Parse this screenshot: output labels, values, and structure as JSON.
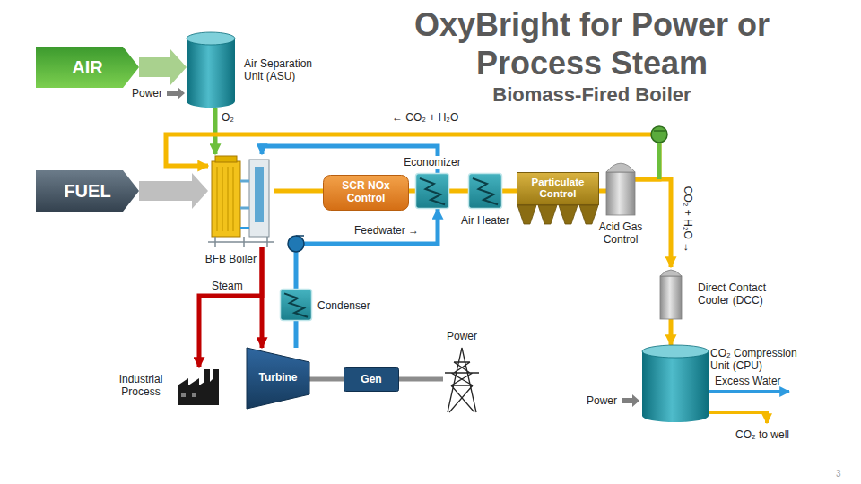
{
  "diagram": {
    "title": "OxyBright for Power or Process Steam",
    "nodes": [
      {
        "text": [
          "AIR"
        ]
      },
      {
        "text": [
          "Air Separation Unit (ASU)"
        ]
      },
      {
        "text": [
          "FUEL"
        ]
      },
      {
        "text": [
          "BFB Boiler"
        ]
      },
      {
        "text": [
          "SCR NOx Control"
        ]
      },
      {
        "text": [
          "Economizer"
        ]
      },
      {
        "text": [
          "Air Heater"
        ]
      },
      {
        "text": [
          "Particulate Control"
        ]
      },
      {
        "text": [
          "Acid Gas Control"
        ]
      },
      {
        "text": [
          "Direct Contact Cooler (DCC)"
        ]
      },
      {
        "text": [
          "CO₂ Compression Unit (CPU)"
        ]
      },
      {
        "text": [
          "Condenser"
        ]
      },
      {
        "text": [
          "Industrial Process"
        ]
      },
      {
        "text": [
          "Turbine"
        ]
      },
      {
        "text": [
          "Gen"
        ]
      },
      {
        "text": [
          "Power"
        ]
      }
    ],
    "edges": [
      {
        "from": 0,
        "to": 1,
        "arrow": "to"
      },
      {
        "from": 2,
        "to": 3,
        "arrow": "to"
      },
      {
        "from": 1,
        "to": 3,
        "arrow": "to"
      },
      {
        "from": 3,
        "to": 4,
        "arrow": "none"
      },
      {
        "from": 4,
        "to": 5,
        "arrow": "none"
      },
      {
        "from": 5,
        "to": 6,
        "arrow": "none"
      },
      {
        "from": 6,
        "to": 7,
        "arrow": "none"
      },
      {
        "from": 7,
        "to": 8,
        "arrow": "none"
      },
      {
        "from": 8,
        "to": 3,
        "arrow": "to"
      },
      {
        "from": 8,
        "to": 9,
        "arrow": "to"
      },
      {
        "from": 9,
        "to": 10,
        "arrow": "to"
      },
      {
        "from": 3,
        "to": 13,
        "arrow": "to"
      },
      {
        "from": 3,
        "to": 12,
        "arrow": "to"
      },
      {
        "from": 13,
        "to": 11,
        "arrow": "none"
      },
      {
        "from": 11,
        "to": 5,
        "arrow": "to"
      },
      {
        "from": 5,
        "to": 3,
        "arrow": "to"
      },
      {
        "from": 13,
        "to": 14,
        "arrow": "none"
      },
      {
        "from": 14,
        "to": 15,
        "arrow": "none"
      }
    ],
    "labels": [
      "Biomass-Fired Boiler",
      "Power",
      "O₂",
      "← CO₂ + H₂O",
      "CO₂ + H₂O →",
      "Steam",
      "Feedwater →",
      "Power",
      "Excess Water",
      "CO₂ to well",
      "3"
    ]
  }
}
